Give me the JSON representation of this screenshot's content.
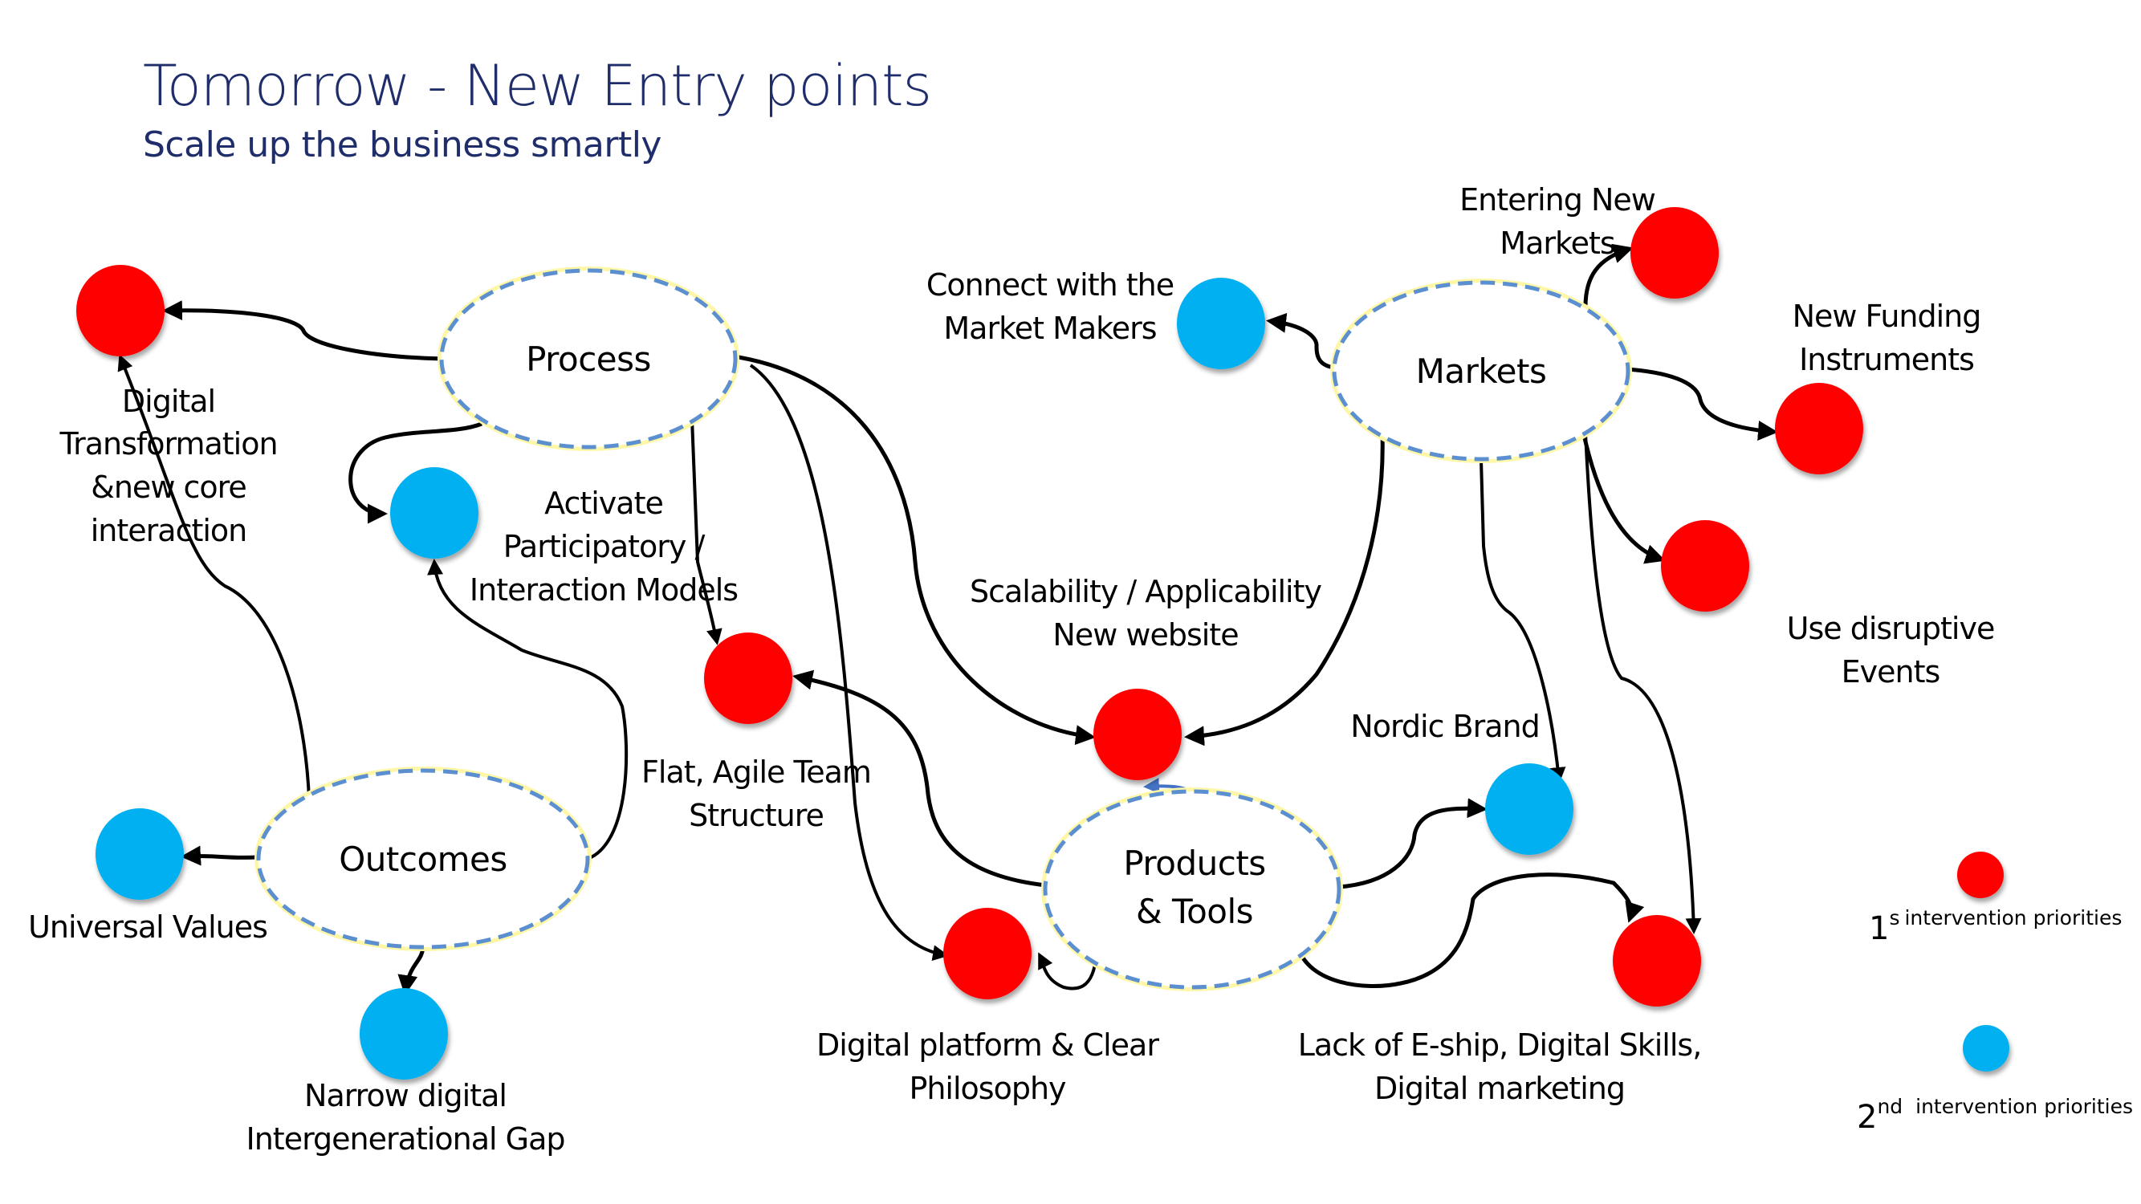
{
  "header": {
    "title": "Tomorrow - New Entry points",
    "subtitle": "Scale up the business smartly"
  },
  "colors": {
    "first_priority": "#ff0000",
    "second_priority": "#00b0f0",
    "hub_border": "#5b8fd0",
    "hub_glow": "#fff7a8",
    "title": "#1f2d6b"
  },
  "hubs": [
    {
      "id": "process",
      "label_lines": [
        "Process"
      ]
    },
    {
      "id": "markets",
      "label_lines": [
        "Markets"
      ]
    },
    {
      "id": "outcomes",
      "label_lines": [
        "Outcomes"
      ]
    },
    {
      "id": "products",
      "label_lines": [
        "Products",
        "& Tools"
      ]
    }
  ],
  "nodes": [
    {
      "id": "digital-transformation",
      "priority": 1,
      "label_lines": [
        "Digital",
        "Transformation",
        "&new core",
        "interaction"
      ]
    },
    {
      "id": "activate-participatory",
      "priority": 2,
      "label_lines": [
        "Activate",
        "Participatory /",
        "Interaction Models"
      ]
    },
    {
      "id": "flat-agile",
      "priority": 1,
      "label_lines": [
        "Flat, Agile Team",
        "Structure"
      ]
    },
    {
      "id": "scalability",
      "priority": 1,
      "label_lines": [
        "Scalability / Applicability",
        "New website"
      ]
    },
    {
      "id": "connect-market-makers",
      "priority": 2,
      "label_lines": [
        "Connect with the",
        "Market Makers"
      ]
    },
    {
      "id": "entering-new-markets",
      "priority": 1,
      "label_lines": [
        "Entering New",
        "Markets"
      ]
    },
    {
      "id": "new-funding",
      "priority": 1,
      "label_lines": [
        "New Funding",
        "Instruments"
      ]
    },
    {
      "id": "disruptive-events",
      "priority": 1,
      "label_lines": [
        "Use disruptive",
        "Events"
      ]
    },
    {
      "id": "nordic-brand",
      "priority": 2,
      "label_lines": [
        "Nordic Brand"
      ]
    },
    {
      "id": "lack-eship",
      "priority": 1,
      "label_lines": [
        "Lack of E-ship, Digital Skills,",
        "Digital marketing"
      ]
    },
    {
      "id": "digital-platform",
      "priority": 1,
      "label_lines": [
        "Digital platform & Clear",
        "Philosophy"
      ]
    },
    {
      "id": "universal-values",
      "priority": 2,
      "label_lines": [
        "Universal Values"
      ]
    },
    {
      "id": "narrow-gap",
      "priority": 2,
      "label_lines": [
        "Narrow digital",
        "Intergenerational Gap"
      ]
    }
  ],
  "edges": [
    {
      "from": "process",
      "to": "digital-transformation"
    },
    {
      "from": "process",
      "to": "activate-participatory"
    },
    {
      "from": "process",
      "to": "flat-agile"
    },
    {
      "from": "process",
      "to": "scalability"
    },
    {
      "from": "process",
      "to": "digital-platform"
    },
    {
      "from": "markets",
      "to": "connect-market-makers"
    },
    {
      "from": "markets",
      "to": "entering-new-markets"
    },
    {
      "from": "markets",
      "to": "new-funding"
    },
    {
      "from": "markets",
      "to": "disruptive-events"
    },
    {
      "from": "markets",
      "to": "scalability"
    },
    {
      "from": "markets",
      "to": "nordic-brand"
    },
    {
      "from": "markets",
      "to": "lack-eship"
    },
    {
      "from": "outcomes",
      "to": "digital-transformation"
    },
    {
      "from": "outcomes",
      "to": "activate-participatory"
    },
    {
      "from": "outcomes",
      "to": "universal-values"
    },
    {
      "from": "outcomes",
      "to": "narrow-gap"
    },
    {
      "from": "products",
      "to": "flat-agile"
    },
    {
      "from": "products",
      "to": "scalability"
    },
    {
      "from": "products",
      "to": "nordic-brand"
    },
    {
      "from": "products",
      "to": "lack-eship"
    },
    {
      "from": "products",
      "to": "digital-platform"
    }
  ],
  "legend": {
    "first": {
      "num": "1",
      "sup": "s",
      "text": "intervention priorities"
    },
    "second": {
      "num": "2",
      "sup": "nd",
      "text": " intervention priorities"
    }
  }
}
